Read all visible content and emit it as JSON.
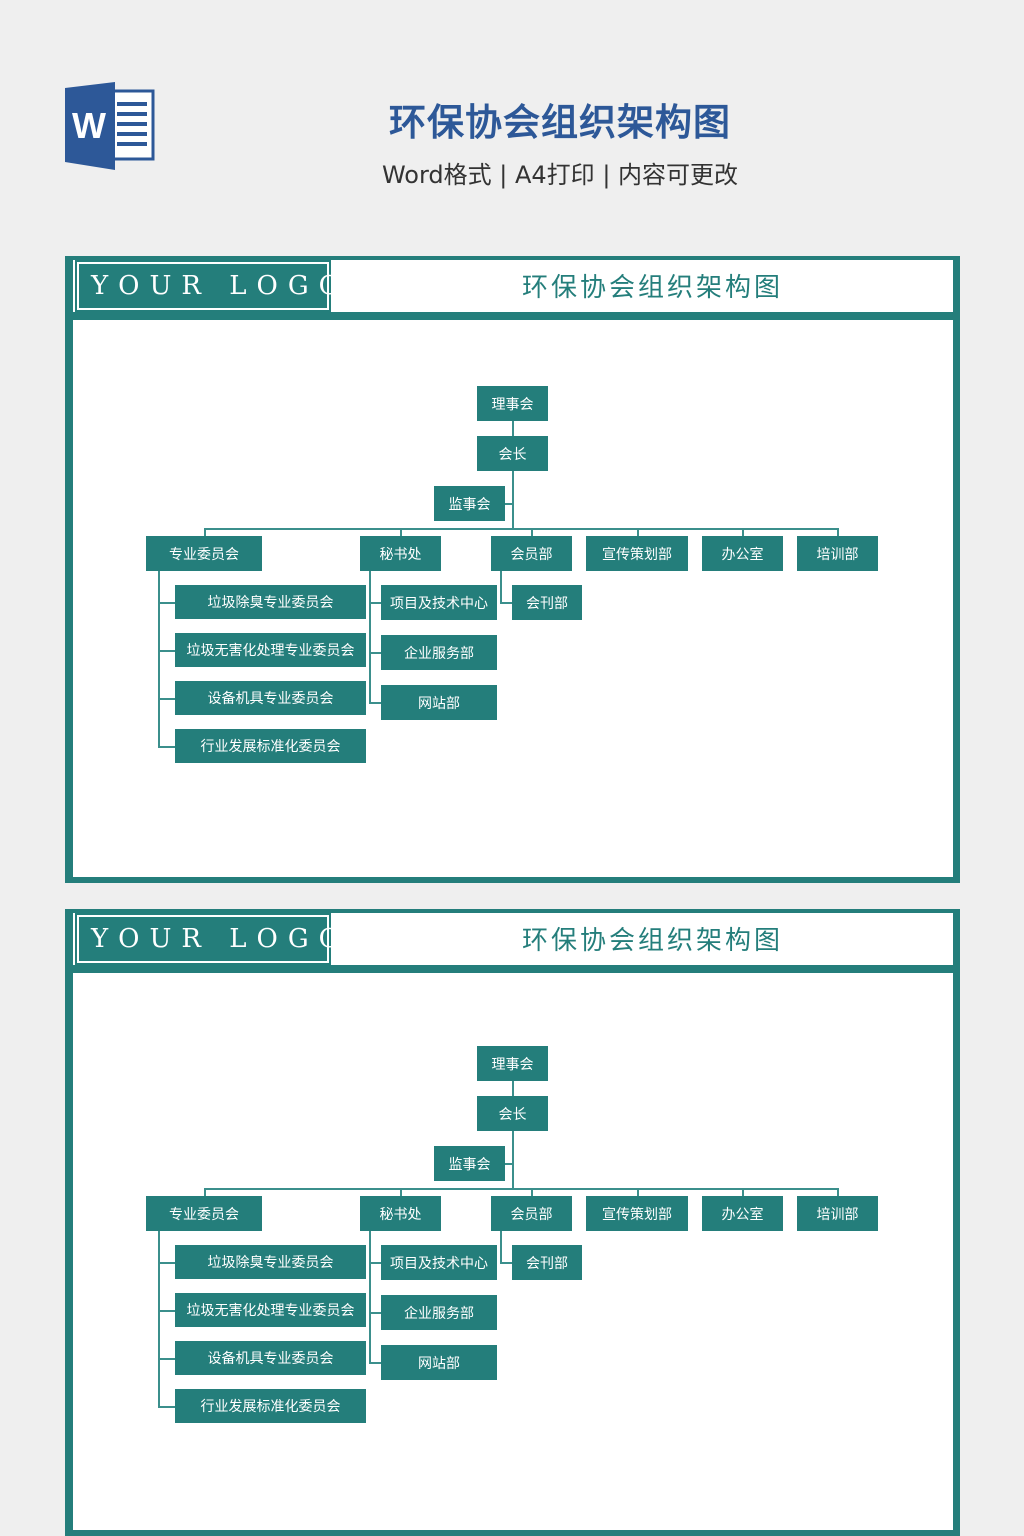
{
  "banner": {
    "icon": "word-doc-icon",
    "title": "环保协会组织架构图",
    "subtitle": "Word格式 | A4打印 | 内容可更改"
  },
  "colors": {
    "accent": "#247e7b",
    "title_blue": "#2d5898",
    "background": "#efefef"
  },
  "document": {
    "logo_text": "YOUR LOGO",
    "title": "环保协会组织架构图",
    "org": {
      "board": "理事会",
      "president": "会长",
      "supervisors": "监事会",
      "departments": [
        "专业委员会",
        "秘书处",
        "会员部",
        "宣传策划部",
        "办公室",
        "培训部"
      ],
      "committee_children": [
        "垃圾除臭专业委员会",
        "垃圾无害化处理专业委员会",
        "设备机具专业委员会",
        "行业发展标准化委员会"
      ],
      "secretariat_children": [
        "项目及技术中心",
        "企业服务部",
        "网站部"
      ],
      "member_children": [
        "会刊部"
      ]
    }
  }
}
